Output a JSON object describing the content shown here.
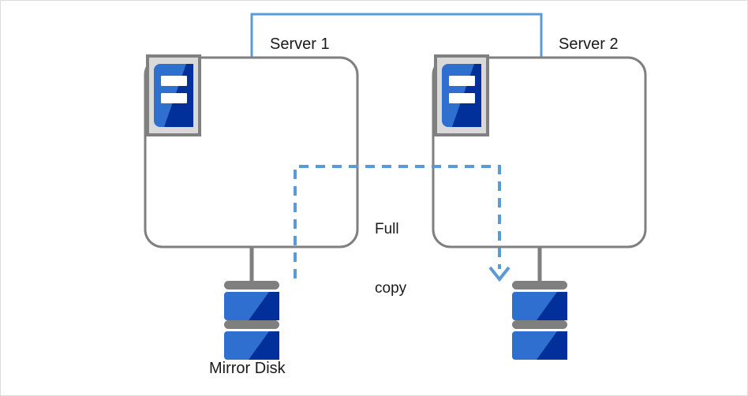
{
  "diagram": {
    "title_alt": "Mirror Disk full copy between Server 1 and Server 2",
    "colors": {
      "link_blue": "#5b9bd5",
      "outline_gray": "#7f7f7f",
      "icon_frame_gray": "#808080",
      "icon_frame_fill": "#d9d9d9",
      "disk_light_blue": "#2f6fd0",
      "disk_dark_blue": "#01309a",
      "text": "#1a1a1a",
      "page_border": "#dcdcdc",
      "background": "#ffffff"
    },
    "labels": {
      "server1": "Server 1",
      "server2": "Server 2",
      "mirror_disk": "Mirror Disk",
      "full_copy_line1": "Full",
      "full_copy_line2": "copy"
    },
    "nodes": [
      {
        "name": "server-1",
        "label": "Server 1"
      },
      {
        "name": "server-2",
        "label": "Server 2"
      },
      {
        "name": "mirror-disk-1",
        "label": "Mirror Disk"
      },
      {
        "name": "mirror-disk-2",
        "label": ""
      }
    ],
    "connections": [
      {
        "name": "heartbeat-link",
        "style": "solid-blue-bracket",
        "from": "server-1",
        "to": "server-2"
      },
      {
        "name": "full-copy-flow",
        "style": "dashed-blue-arrow",
        "from": "mirror-disk-1",
        "to": "mirror-disk-2",
        "label": "Full copy"
      },
      {
        "name": "server1-to-disk1",
        "style": "solid-gray",
        "from": "server-1",
        "to": "mirror-disk-1"
      },
      {
        "name": "server2-to-disk2",
        "style": "solid-gray",
        "from": "server-2",
        "to": "mirror-disk-2"
      }
    ]
  }
}
